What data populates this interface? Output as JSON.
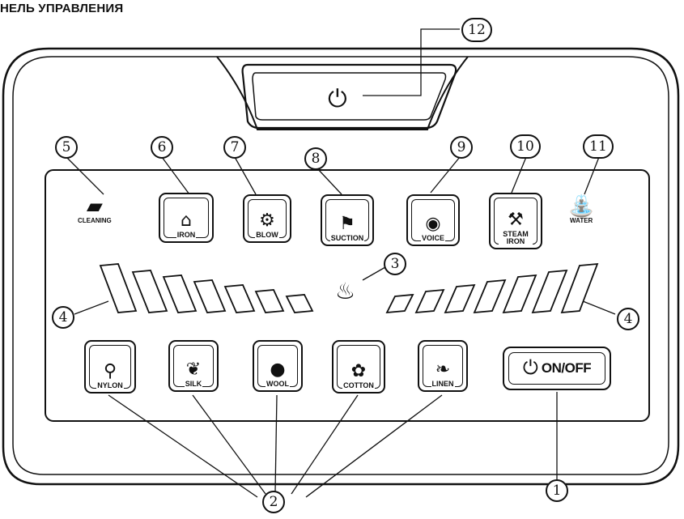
{
  "title": "НЕЛЬ УПРАВЛЕНИЯ",
  "callouts": {
    "c1": "1",
    "c2": "2",
    "c3": "3",
    "c4a": "4",
    "c4b": "4",
    "c5": "5",
    "c6": "6",
    "c7": "7",
    "c8": "8",
    "c9": "9",
    "c10": "10",
    "c11": "11",
    "c12": "12"
  },
  "indicators": [
    {
      "label": "CLEANING",
      "icon": "cleaning-icon"
    },
    {
      "label": "IRON",
      "icon": "iron-icon"
    },
    {
      "label": "BLOW",
      "icon": "blow-icon"
    },
    {
      "label": "SUCTION",
      "icon": "suction-icon"
    },
    {
      "label": "VOICE",
      "icon": "voice-icon"
    },
    {
      "label": "STEAM IRON",
      "icon": "steam-iron-icon"
    },
    {
      "label": "WATER",
      "icon": "water-tap-icon"
    }
  ],
  "fabric_buttons": [
    {
      "label": "NYLON",
      "icon": "shirt-icon"
    },
    {
      "label": "SILK",
      "icon": "silk-icon"
    },
    {
      "label": "WOOL",
      "icon": "wool-icon"
    },
    {
      "label": "COTTON",
      "icon": "cotton-icon"
    },
    {
      "label": "LINEN",
      "icon": "linen-icon"
    }
  ],
  "onoff": {
    "label": "ON/OFF",
    "icon": "power-icon"
  },
  "top_power": {
    "icon": "power-icon"
  }
}
